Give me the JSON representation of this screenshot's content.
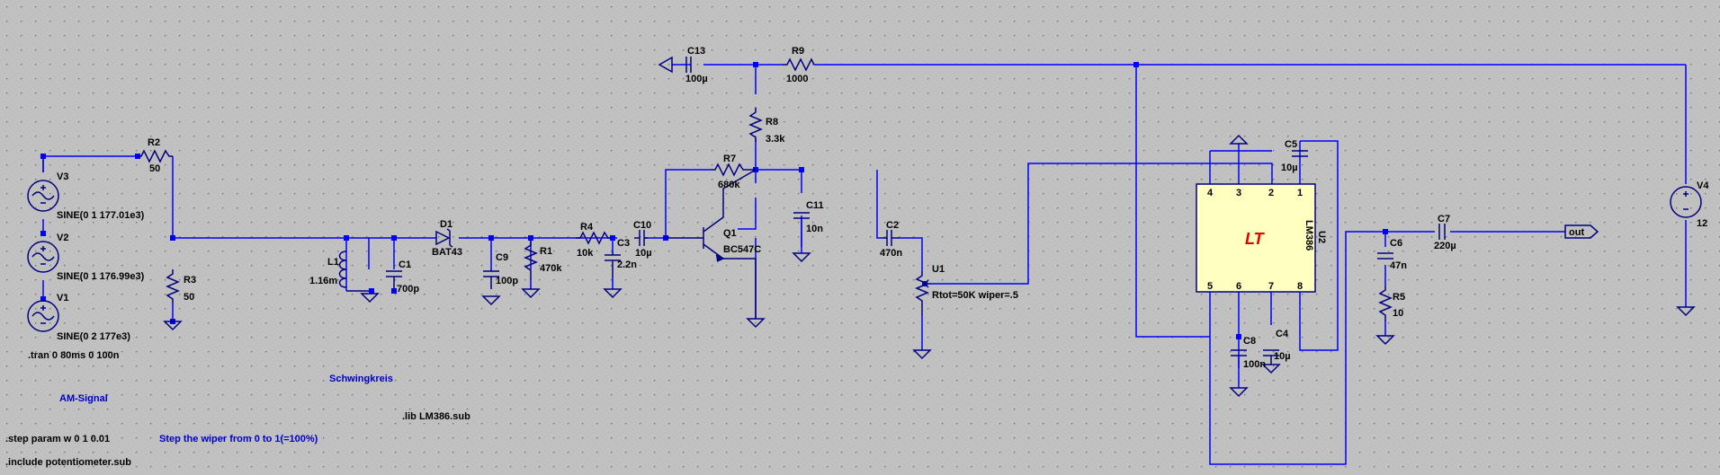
{
  "schematic": {
    "components": {
      "v3": {
        "ref": "V3",
        "value": "SINE(0 1 177.01e3)"
      },
      "v2": {
        "ref": "V2",
        "value": "SINE(0 1 176.99e3)"
      },
      "v1": {
        "ref": "V1",
        "value": "SINE(0 2 177e3)"
      },
      "r2": {
        "ref": "R2",
        "value": "50"
      },
      "r3": {
        "ref": "R3",
        "value": "50"
      },
      "l1": {
        "ref": "L1",
        "value": "1.16m"
      },
      "c1": {
        "ref": "C1",
        "value": "700p"
      },
      "d1": {
        "ref": "D1",
        "value": "BAT43"
      },
      "c9": {
        "ref": "C9",
        "value": "100p"
      },
      "r1": {
        "ref": "R1",
        "value": "470k"
      },
      "r4": {
        "ref": "R4",
        "value": "10k"
      },
      "c3": {
        "ref": "C3",
        "value": "2.2n"
      },
      "c10": {
        "ref": "C10",
        "value": "10µ"
      },
      "q1": {
        "ref": "Q1",
        "value": "BC547C"
      },
      "r7": {
        "ref": "R7",
        "value": "680k"
      },
      "r8": {
        "ref": "R8",
        "value": "3.3k"
      },
      "c11": {
        "ref": "C11",
        "value": "10n"
      },
      "c13": {
        "ref": "C13",
        "value": "100µ"
      },
      "r9": {
        "ref": "R9",
        "value": "1000"
      },
      "c2": {
        "ref": "C2",
        "value": "470n"
      },
      "u1": {
        "ref": "U1",
        "value": "Rtot=50K wiper=.5"
      },
      "c5": {
        "ref": "C5",
        "value": "10µ"
      },
      "u2": {
        "ref": "U2",
        "value": "LM386",
        "logo": "LT",
        "pins": [
          "4",
          "3",
          "2",
          "1",
          "5",
          "6",
          "7",
          "8"
        ]
      },
      "c8": {
        "ref": "C8",
        "value": "100n"
      },
      "c4": {
        "ref": "C4",
        "value": "10µ"
      },
      "c6": {
        "ref": "C6",
        "value": "47n"
      },
      "r5": {
        "ref": "R5",
        "value": "10"
      },
      "c7": {
        "ref": "C7",
        "value": "220µ"
      },
      "v4": {
        "ref": "V4",
        "value": "12"
      }
    },
    "net_label_out": "out",
    "comments": {
      "am_signal": "AM-Signal",
      "schwingkreis": "Schwingkreis",
      "step_wiper": "Step the wiper from 0 to 1(=100%)"
    },
    "directives": {
      "tran": ".tran 0 80ms 0 100n",
      "lib": ".lib LM386.sub",
      "step": ".step param w 0 1 0.01",
      "include": ".include potentiometer.sub"
    },
    "colors": {
      "background": "#c0c0c0",
      "grid_dot": "#707070",
      "wire": "#0000ff",
      "component": "#000080",
      "ic_fill": "#ffffc0",
      "ic_logo": "#e00000",
      "text": "#000000",
      "comment": "#0000cc"
    }
  }
}
